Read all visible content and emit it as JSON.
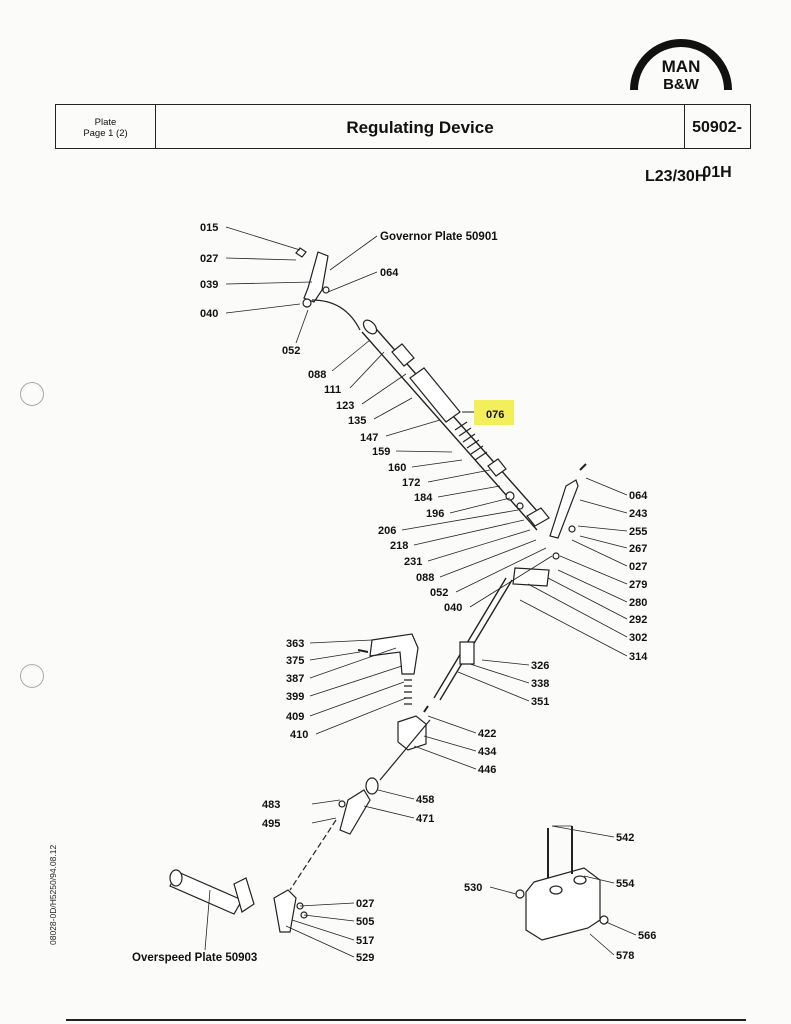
{
  "brand": {
    "line1": "MAN",
    "line2": "B&W"
  },
  "header": {
    "plate_label": "Plate",
    "page_label": "Page 1 (2)",
    "title": "Regulating Device",
    "plate_number": "50902-01H"
  },
  "engine_type": "L23/30H",
  "doc_reference": "08028-0D/H5250/94.08.12",
  "references": {
    "governor": "Governor Plate 50901",
    "overspeed": "Overspeed Plate 50903"
  },
  "highlight": {
    "label": "076",
    "color": "#f3ef5a"
  },
  "part_labels": [
    {
      "id": "015"
    },
    {
      "id": "027"
    },
    {
      "id": "039"
    },
    {
      "id": "040"
    },
    {
      "id": "052"
    },
    {
      "id": "064"
    },
    {
      "id": "088"
    },
    {
      "id": "111"
    },
    {
      "id": "123"
    },
    {
      "id": "135"
    },
    {
      "id": "147"
    },
    {
      "id": "159"
    },
    {
      "id": "160"
    },
    {
      "id": "172"
    },
    {
      "id": "184"
    },
    {
      "id": "196"
    },
    {
      "id": "206"
    },
    {
      "id": "218"
    },
    {
      "id": "231"
    },
    {
      "id": "088"
    },
    {
      "id": "052"
    },
    {
      "id": "040"
    },
    {
      "id": "064"
    },
    {
      "id": "243"
    },
    {
      "id": "255"
    },
    {
      "id": "267"
    },
    {
      "id": "027"
    },
    {
      "id": "279"
    },
    {
      "id": "280"
    },
    {
      "id": "292"
    },
    {
      "id": "302"
    },
    {
      "id": "314"
    },
    {
      "id": "326"
    },
    {
      "id": "338"
    },
    {
      "id": "351"
    },
    {
      "id": "363"
    },
    {
      "id": "375"
    },
    {
      "id": "387"
    },
    {
      "id": "399"
    },
    {
      "id": "409"
    },
    {
      "id": "410"
    },
    {
      "id": "422"
    },
    {
      "id": "434"
    },
    {
      "id": "446"
    },
    {
      "id": "483"
    },
    {
      "id": "495"
    },
    {
      "id": "458"
    },
    {
      "id": "471"
    },
    {
      "id": "542"
    },
    {
      "id": "554"
    },
    {
      "id": "530"
    },
    {
      "id": "566"
    },
    {
      "id": "578"
    },
    {
      "id": "027"
    },
    {
      "id": "505"
    },
    {
      "id": "517"
    },
    {
      "id": "529"
    }
  ]
}
